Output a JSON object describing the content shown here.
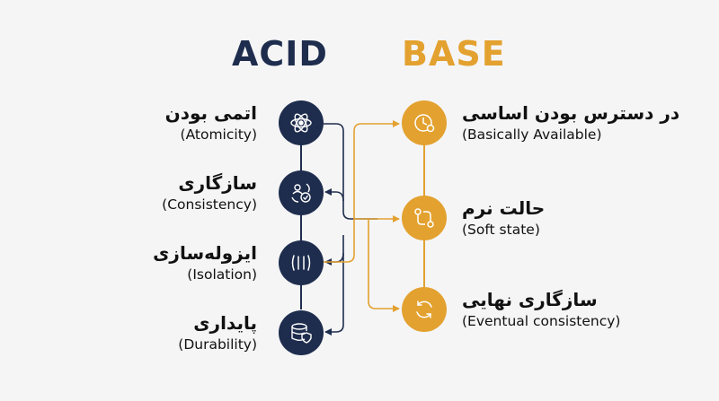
{
  "titles": {
    "acid": "ACID",
    "base": "BASE"
  },
  "colors": {
    "acid": "#1e2d4d",
    "base": "#e3a12f",
    "background": "#f5f5f6"
  },
  "acid": [
    {
      "fa": "اتمی بودن",
      "en": "(Atomicity)",
      "icon": "atom-icon"
    },
    {
      "fa": "سازگاری",
      "en": "(Consistency)",
      "icon": "user-sync-check-icon"
    },
    {
      "fa": "ایزوله‌سازی",
      "en": "(Isolation)",
      "icon": "isolated-bars-icon"
    },
    {
      "fa": "پایداری",
      "en": "(Durability)",
      "icon": "database-shield-icon"
    }
  ],
  "base": [
    {
      "fa": "در دسترس بودن اساسی",
      "en": "(Basically Available)",
      "icon": "clock-icon"
    },
    {
      "fa": "حالت نرم",
      "en": "(Soft state)",
      "icon": "state-transition-icon"
    },
    {
      "fa": "سازگاری نهایی",
      "en": "(Eventual consistency)",
      "icon": "refresh-cycle-icon"
    }
  ]
}
